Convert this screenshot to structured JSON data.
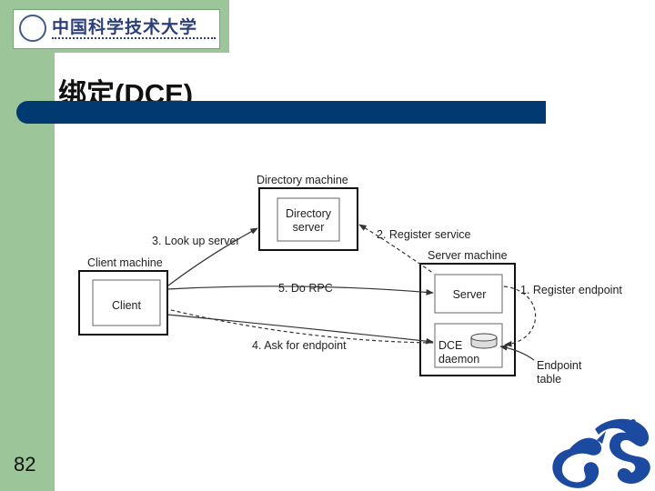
{
  "header": {
    "logo_text": "中国科学技术大学",
    "title": "绑定(DCE)"
  },
  "footer": {
    "page_number": "82"
  },
  "colors": {
    "sidebar": "#9cc59a",
    "title_bar": "#003a70",
    "emblem": "#1b4aa0"
  },
  "diagram": {
    "directory_machine_label": "Directory machine",
    "directory_server_line1": "Directory",
    "directory_server_line2": "server",
    "client_machine_label": "Client machine",
    "client_label": "Client",
    "server_machine_label": "Server machine",
    "server_label": "Server",
    "dce_daemon_line1": "DCE",
    "dce_daemon_line2": "daemon",
    "endpoint_table_line1": "Endpoint",
    "endpoint_table_line2": "table",
    "step1": "1. Register endpoint",
    "step2": "2. Register service",
    "step3": "3. Look up server",
    "step4": "4. Ask for endpoint",
    "step5": "5. Do RPC"
  }
}
